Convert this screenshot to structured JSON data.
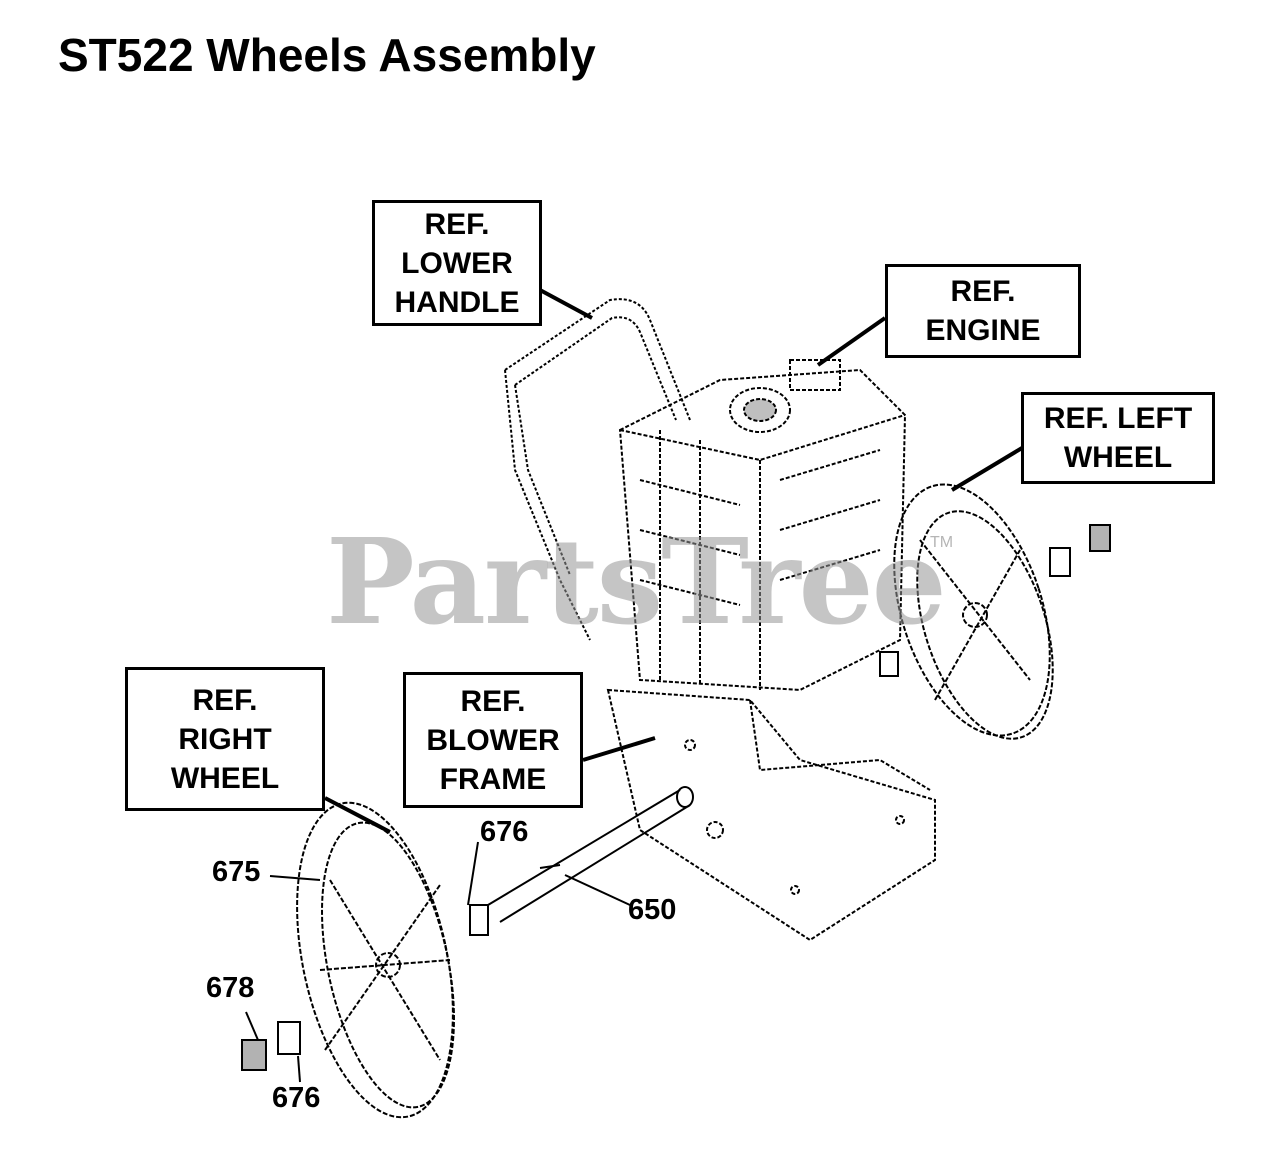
{
  "title": "ST522 Wheels Assembly",
  "watermark": "PartsTree",
  "watermark_tm": "TM",
  "reference_labels": {
    "lower_handle": "REF.\nLOWER\nHANDLE",
    "engine": "REF.\nENGINE",
    "left_wheel": "REF. LEFT\nWHEEL",
    "right_wheel": "REF.\nRIGHT\nWHEEL",
    "blower_frame": "REF.\nBLOWER\nFRAME"
  },
  "part_numbers": {
    "p676_top": "676",
    "p675": "675",
    "p650": "650",
    "p678": "678",
    "p676_bottom": "676"
  },
  "colors": {
    "line": "#000000",
    "watermark": "#969696"
  }
}
